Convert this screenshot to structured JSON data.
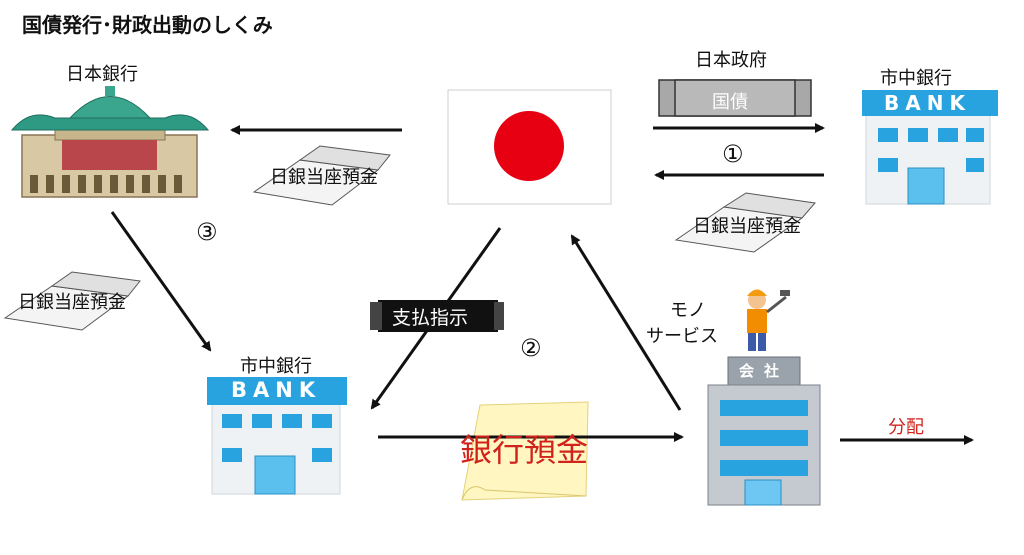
{
  "title": "国債発行･財政出動のしくみ",
  "labels": {
    "boj": "日本銀行",
    "government": "日本政府",
    "bank_top": "市中銀行",
    "bank_bottom": "市中銀行",
    "bond": "国債",
    "step1": "①",
    "step2": "②",
    "step3": "③",
    "boj_account_top": "日銀当座預金",
    "boj_account_right": "日銀当座預金",
    "boj_account_left": "日銀当座預金",
    "payment_order": "支払指示",
    "goods_line1": "モノ",
    "goods_line2": "サービス",
    "bank_deposit": "銀行預金",
    "distribution": "分配",
    "company_sign": "会社",
    "bank_sign": "BANK"
  },
  "colors": {
    "arrow": "#111111",
    "flag_red": "#e60012",
    "bank_blue": "#29a3e0",
    "deposit_red": "#d0231c",
    "bond_gray": "#a8a8a8",
    "building_green": "#2e9a83"
  }
}
